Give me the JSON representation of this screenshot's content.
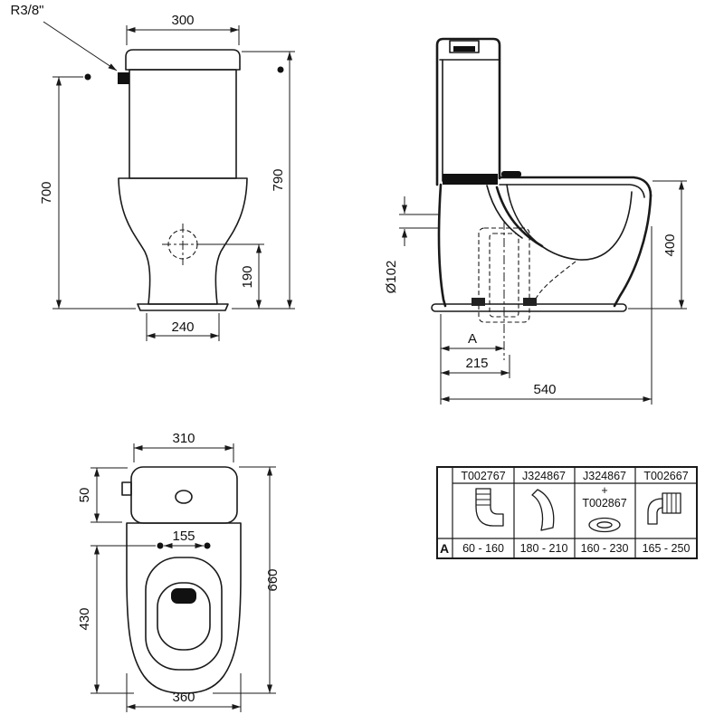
{
  "views": {
    "front": {
      "label_r38": "R3/8\"",
      "dim_top_width": "300",
      "dim_inlet_height": "700",
      "dim_total_height": "790",
      "dim_outlet_height": "190",
      "dim_base_width": "240"
    },
    "side": {
      "dim_bowl_height": "400",
      "dim_outlet_diameter": "Ø102",
      "dim_var": "A",
      "dim_outlet_offset": "215",
      "dim_depth": "540"
    },
    "top": {
      "dim_lid_width": "310",
      "dim_lid_depth": "50",
      "dim_hinge_spacing": "155",
      "dim_seat_length": "430",
      "dim_total_depth": "660",
      "dim_bowl_width": "360"
    }
  },
  "adapter_table": {
    "row_label": "A",
    "columns": [
      {
        "part": "T002767",
        "range": "60 - 160"
      },
      {
        "part": "J324867",
        "range": "180 - 210"
      },
      {
        "part": "J324867",
        "plus": "+",
        "part2": "T002867",
        "range": "160 - 230"
      },
      {
        "part": "T002667",
        "range": "165 - 250"
      }
    ]
  }
}
